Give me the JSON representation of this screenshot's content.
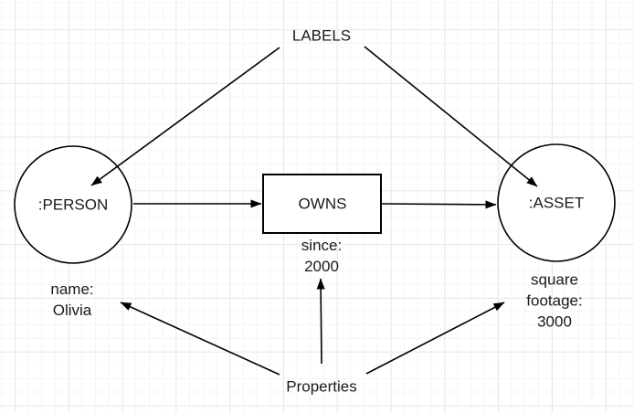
{
  "canvas": {
    "background_color": "#ffffff",
    "grid_minor_color": "#f5f5f5",
    "grid_major_color": "#e8e8e8",
    "stroke_color": "#000000",
    "text_color": "#1a1a1a"
  },
  "diagram": {
    "annotations": {
      "labels": "LABELS",
      "properties": "Properties"
    },
    "nodes": {
      "person": {
        "label": ":PERSON",
        "shape": "circle"
      },
      "asset": {
        "label": ":ASSET",
        "shape": "circle"
      },
      "owns": {
        "label": "OWNS",
        "shape": "rectangle"
      }
    },
    "properties": {
      "owns": {
        "line1": "since:",
        "line2": "2000"
      },
      "person": {
        "line1": "name:",
        "line2": "Olivia"
      },
      "asset": {
        "line1": "square",
        "line2": "footage:",
        "line3": "3000"
      }
    }
  }
}
